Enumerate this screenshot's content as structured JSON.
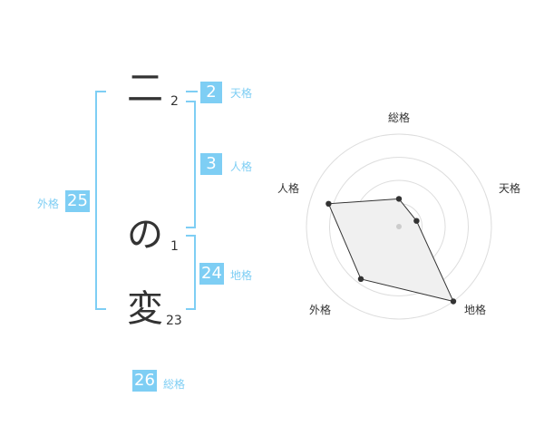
{
  "name": {
    "characters": [
      {
        "char": "二",
        "strokes": "2"
      },
      {
        "char": "の",
        "strokes": "1"
      },
      {
        "char": "変",
        "strokes": "23"
      }
    ]
  },
  "fortunes": {
    "tenkaku": {
      "value": "2",
      "label": "天格"
    },
    "jinkaku": {
      "value": "3",
      "label": "人格"
    },
    "chikaku": {
      "value": "24",
      "label": "地格"
    },
    "gaikaku": {
      "value": "25",
      "label": "外格"
    },
    "soukaku": {
      "value": "26",
      "label": "総格"
    }
  },
  "chart_data": {
    "type": "radar",
    "axes": [
      "総格",
      "天格",
      "地格",
      "外格",
      "人格"
    ],
    "values": [
      1.5,
      1.0,
      5.0,
      3.5,
      4.0
    ],
    "max": 5,
    "rings": 4,
    "colors": {
      "fill": "#f0f0f0",
      "stroke": "#333333",
      "grid": "#dddddd",
      "point": "#333333",
      "center": "#cccccc"
    }
  },
  "colors": {
    "accent": "#7ecef4",
    "text": "#333333"
  }
}
